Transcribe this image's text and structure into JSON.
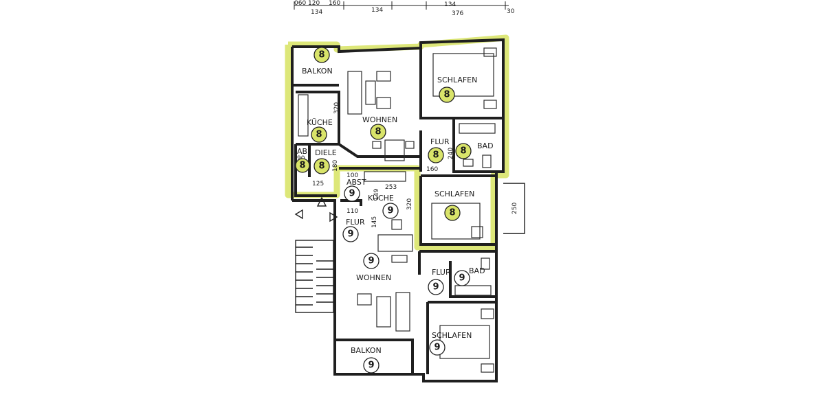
{
  "top_dimensions": [
    "060",
    "120",
    "160",
    "134",
    "134",
    "134",
    "376",
    "30"
  ],
  "dimensions": {
    "kueche8_height": "320",
    "flur8_width": "240",
    "flur8_len": "160",
    "dim_90": "90",
    "diele_height": "180",
    "diele_width": "125",
    "abst_100": "100",
    "kueche9_width": "253",
    "dim_149": "149",
    "kueche9_height": "320",
    "flur9_110": "110",
    "flur9_145": "145",
    "schlafen_side": "250"
  },
  "rooms": {
    "balkon_top": "BALKON",
    "kueche_8": "KÜCHE",
    "wohnen_8": "WOHNEN",
    "schlafen_8_top": "SCHLAFEN",
    "flur_8": "FLUR",
    "bad_8": "BAD",
    "ab_8": "AB",
    "diele_8": "DIELE",
    "schlafen_8_mid": "SCHLAFEN",
    "abst_9": "ABST",
    "kueche_9": "KÜCHE",
    "flur_9_left": "FLUR",
    "wohnen_9": "WOHNEN",
    "flur_9": "FLUR",
    "bad_9": "BAD",
    "schlafen_9": "SCHLAFEN",
    "balkon_9": "BALKON"
  },
  "unit_numbers": {
    "balkon_top": "8",
    "kueche_8": "8",
    "wohnen_8": "8",
    "schlafen_8_top": "8",
    "flur_8": "8",
    "bad_8": "8",
    "ab_8": "8",
    "diele_8": "8",
    "schlafen_8_mid": "8",
    "abst_9": "9",
    "kueche_9": "9",
    "flur_9_left": "9",
    "wohnen_9": "9",
    "flur_9": "9",
    "bad_9": "9",
    "schlafen_9": "9",
    "balkon_9": "9"
  },
  "colors": {
    "unit8_highlight": "#d9e46a",
    "walls": "#1f1f1f",
    "paper": "#ffffff"
  }
}
